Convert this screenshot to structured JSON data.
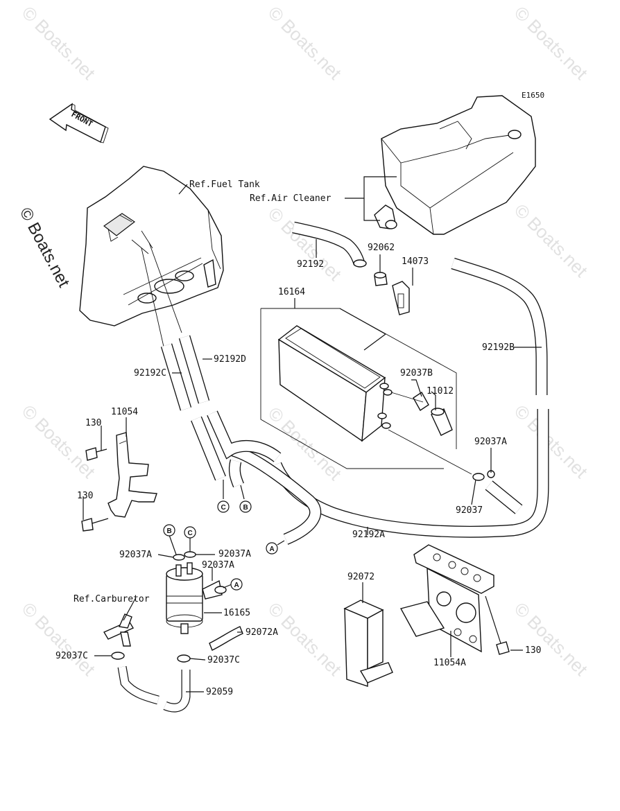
{
  "figure_code": "E1650",
  "front_arrow_label": "FRONT",
  "side_watermark": "© Boats.net",
  "watermark_text": "© Boats.net",
  "references": {
    "fuel_tank": "Ref.Fuel Tank",
    "air_cleaner": "Ref.Air Cleaner",
    "carburetor": "Ref.Carburetor"
  },
  "callouts": [
    "A",
    "B",
    "C"
  ],
  "part_numbers": [
    "92192",
    "92062",
    "14073",
    "16164",
    "92192B",
    "92192D",
    "92192C",
    "92037B",
    "11012",
    "11054",
    "130",
    "92037A",
    "92037",
    "92192A",
    "16165",
    "92072A",
    "92037C",
    "92059",
    "92072",
    "11054A"
  ]
}
